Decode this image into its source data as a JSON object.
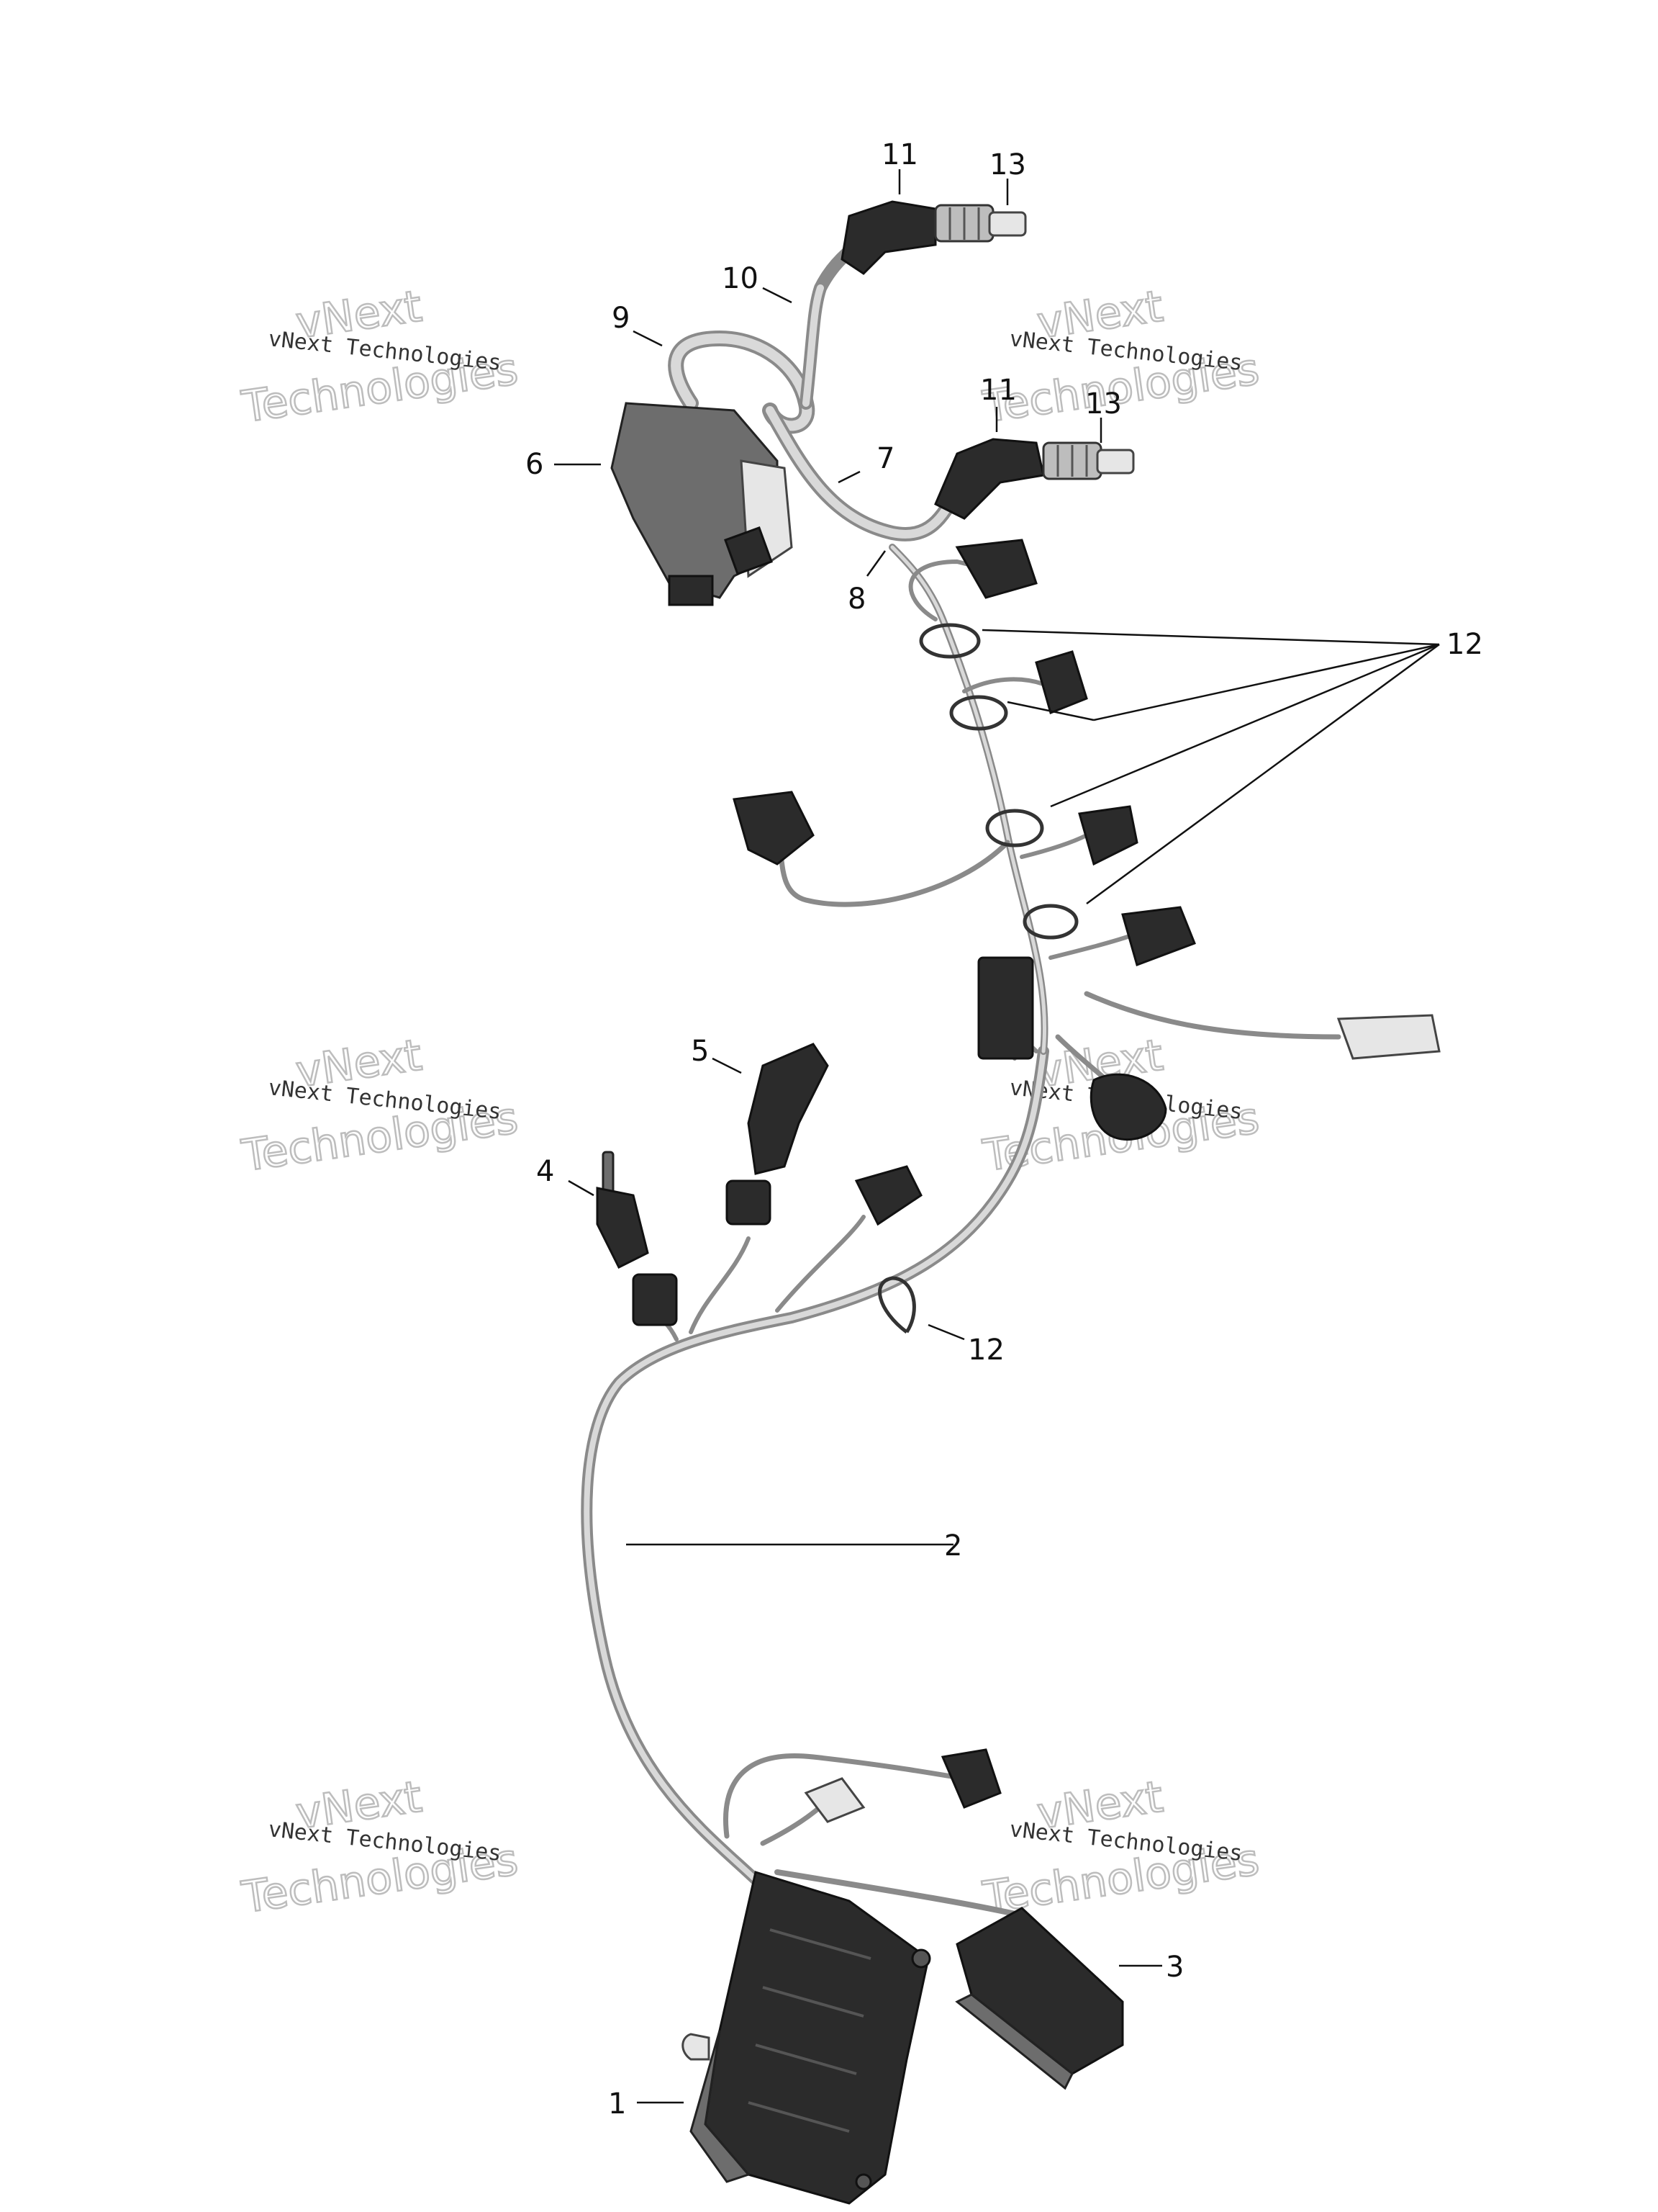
{
  "watermark": {
    "line1": "vNext Technologies",
    "line2a": "vNext",
    "line2b": "Technologies"
  },
  "callouts": {
    "c1": "1",
    "c2": "2",
    "c3": "3",
    "c4": "4",
    "c5": "5",
    "c6": "6",
    "c7": "7",
    "c8": "8",
    "c9": "9",
    "c10": "10",
    "c11a": "11",
    "c11b": "11",
    "c12a": "12",
    "c12b": "12",
    "c13a": "13",
    "c13b": "13"
  }
}
